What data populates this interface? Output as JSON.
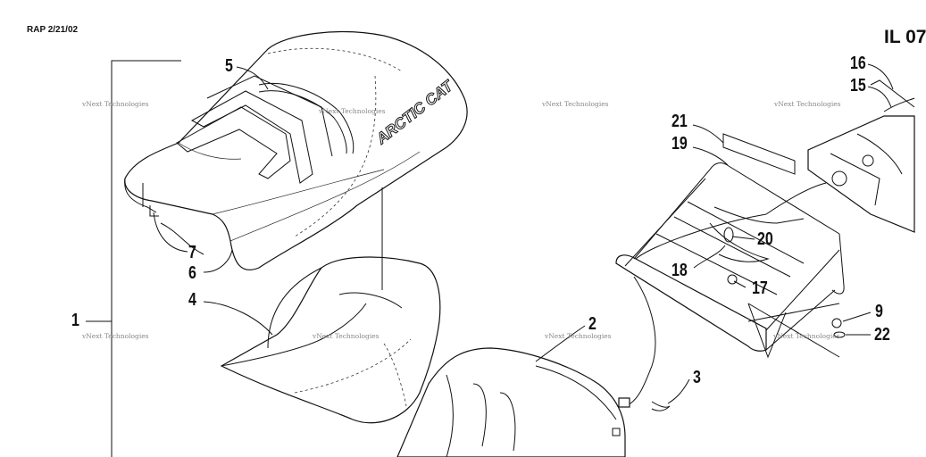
{
  "header": {
    "date_code": "RAP 2/21/02",
    "page_id": "IL 07"
  },
  "brand_logo": "ARCTIC CAT",
  "watermark": "vNext Technologies",
  "callouts": [
    "1",
    "2",
    "3",
    "4",
    "5",
    "6",
    "7",
    "9",
    "15",
    "16",
    "17",
    "18",
    "19",
    "20",
    "21",
    "22"
  ]
}
